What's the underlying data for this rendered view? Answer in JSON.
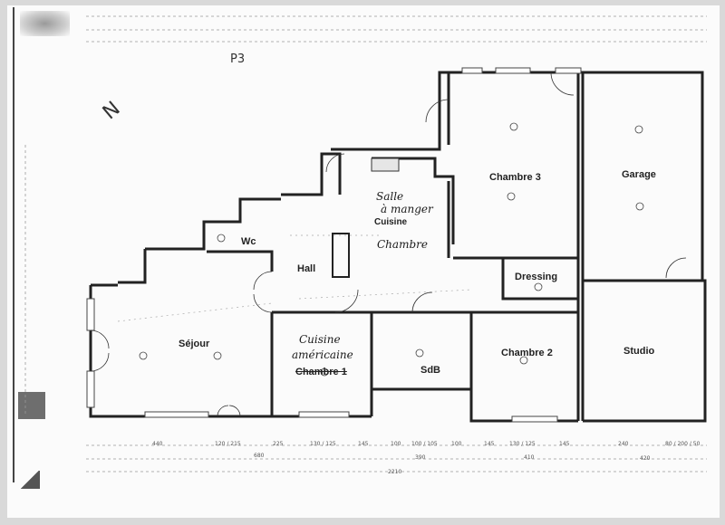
{
  "plan": {
    "sheet_marker": "P3",
    "north_symbol": "N",
    "rooms": {
      "sejour": "Séjour",
      "wc": "Wc",
      "hall": "Hall",
      "cuisine": "Cuisine",
      "chambre1": "Chambre 1",
      "sdb": "SdB",
      "chambre2": "Chambre 2",
      "chambre3": "Chambre 3",
      "dressing": "Dressing",
      "garage": "Garage",
      "studio": "Studio"
    },
    "handwritten_notes": {
      "cuisine_line1": "Salle",
      "cuisine_line2": "à manger",
      "cuisine_line3": "Chambre",
      "chambre1_line1": "Cuisine",
      "chambre1_line2": "américaine"
    },
    "bottom_dimensions": {
      "row1": [
        "440",
        "120 / 215",
        "225",
        "130 / 125",
        "145",
        "100",
        "100 / 105",
        "100",
        "145",
        "130 / 125",
        "145",
        "240",
        "80 / 200 / 50"
      ],
      "row2": [
        "680",
        "390",
        "410",
        "420"
      ],
      "total": "2210"
    }
  }
}
